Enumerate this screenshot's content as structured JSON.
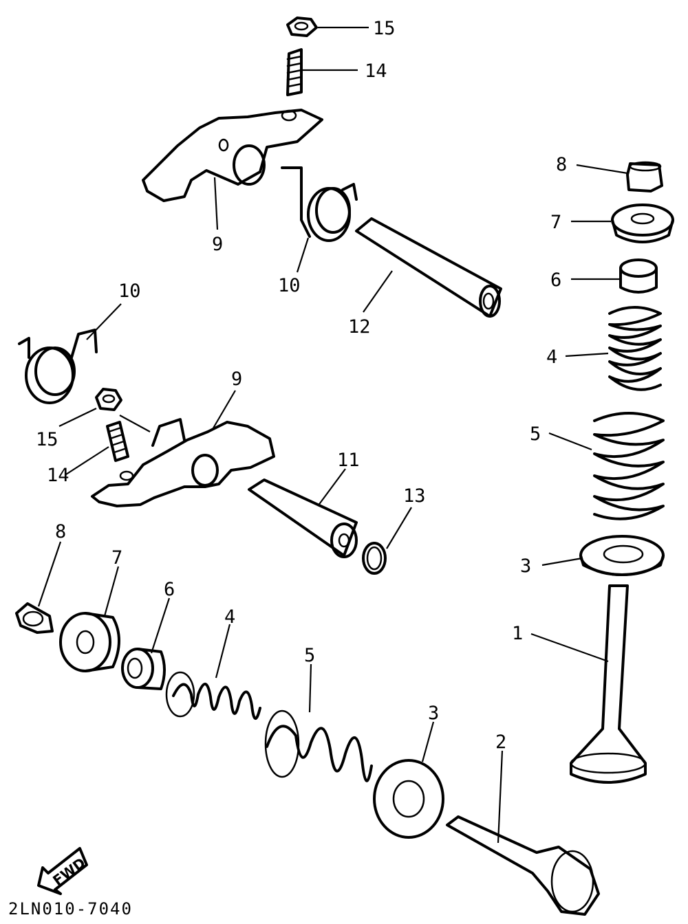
{
  "diagram_code": "2LN010-7040",
  "fwd_label": "FWD",
  "callouts": {
    "c15_top": "15",
    "c14_top": "14",
    "c9_top": "9",
    "c10_top": "10",
    "c12": "12",
    "c8_right": "8",
    "c7_right": "7",
    "c6_right": "6",
    "c4_right": "4",
    "c5_right": "5",
    "c3_right": "3",
    "c1": "1",
    "c10_left": "10",
    "c9_mid": "9",
    "c15_left": "15",
    "c14_left": "14",
    "c11": "11",
    "c13": "13",
    "c8_low": "8",
    "c7_low": "7",
    "c6_low": "6",
    "c4_low": "4",
    "c5_low": "5",
    "c3_low": "3",
    "c2": "2"
  }
}
